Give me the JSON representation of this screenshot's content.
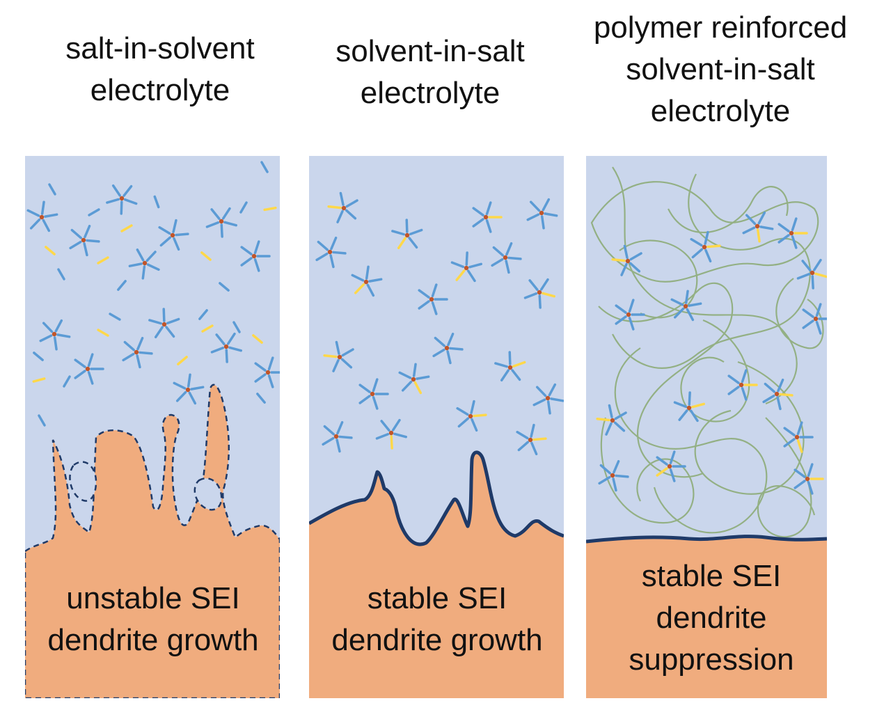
{
  "panels": [
    {
      "title_lines": [
        "salt-in-solvent",
        "electrolyte"
      ],
      "caption_lines": [
        "unstable SEI",
        "dendrite growth"
      ]
    },
    {
      "title_lines": [
        "solvent-in-salt",
        "electrolyte"
      ],
      "caption_lines": [
        "stable SEI",
        "dendrite growth"
      ]
    },
    {
      "title_lines": [
        "polymer reinforced",
        "solvent-in-salt",
        "electrolyte"
      ],
      "caption_lines": [
        "stable SEI",
        "dendrite",
        "suppression"
      ]
    }
  ],
  "colors": {
    "electrolyte": "#cad6ec",
    "lithium": "#f0ac7e",
    "sei": "#1f3a68",
    "solvent": "#5b9bd5",
    "center": "#c0552a",
    "anion": "#ffd84a",
    "polymer": "#8eac79"
  }
}
